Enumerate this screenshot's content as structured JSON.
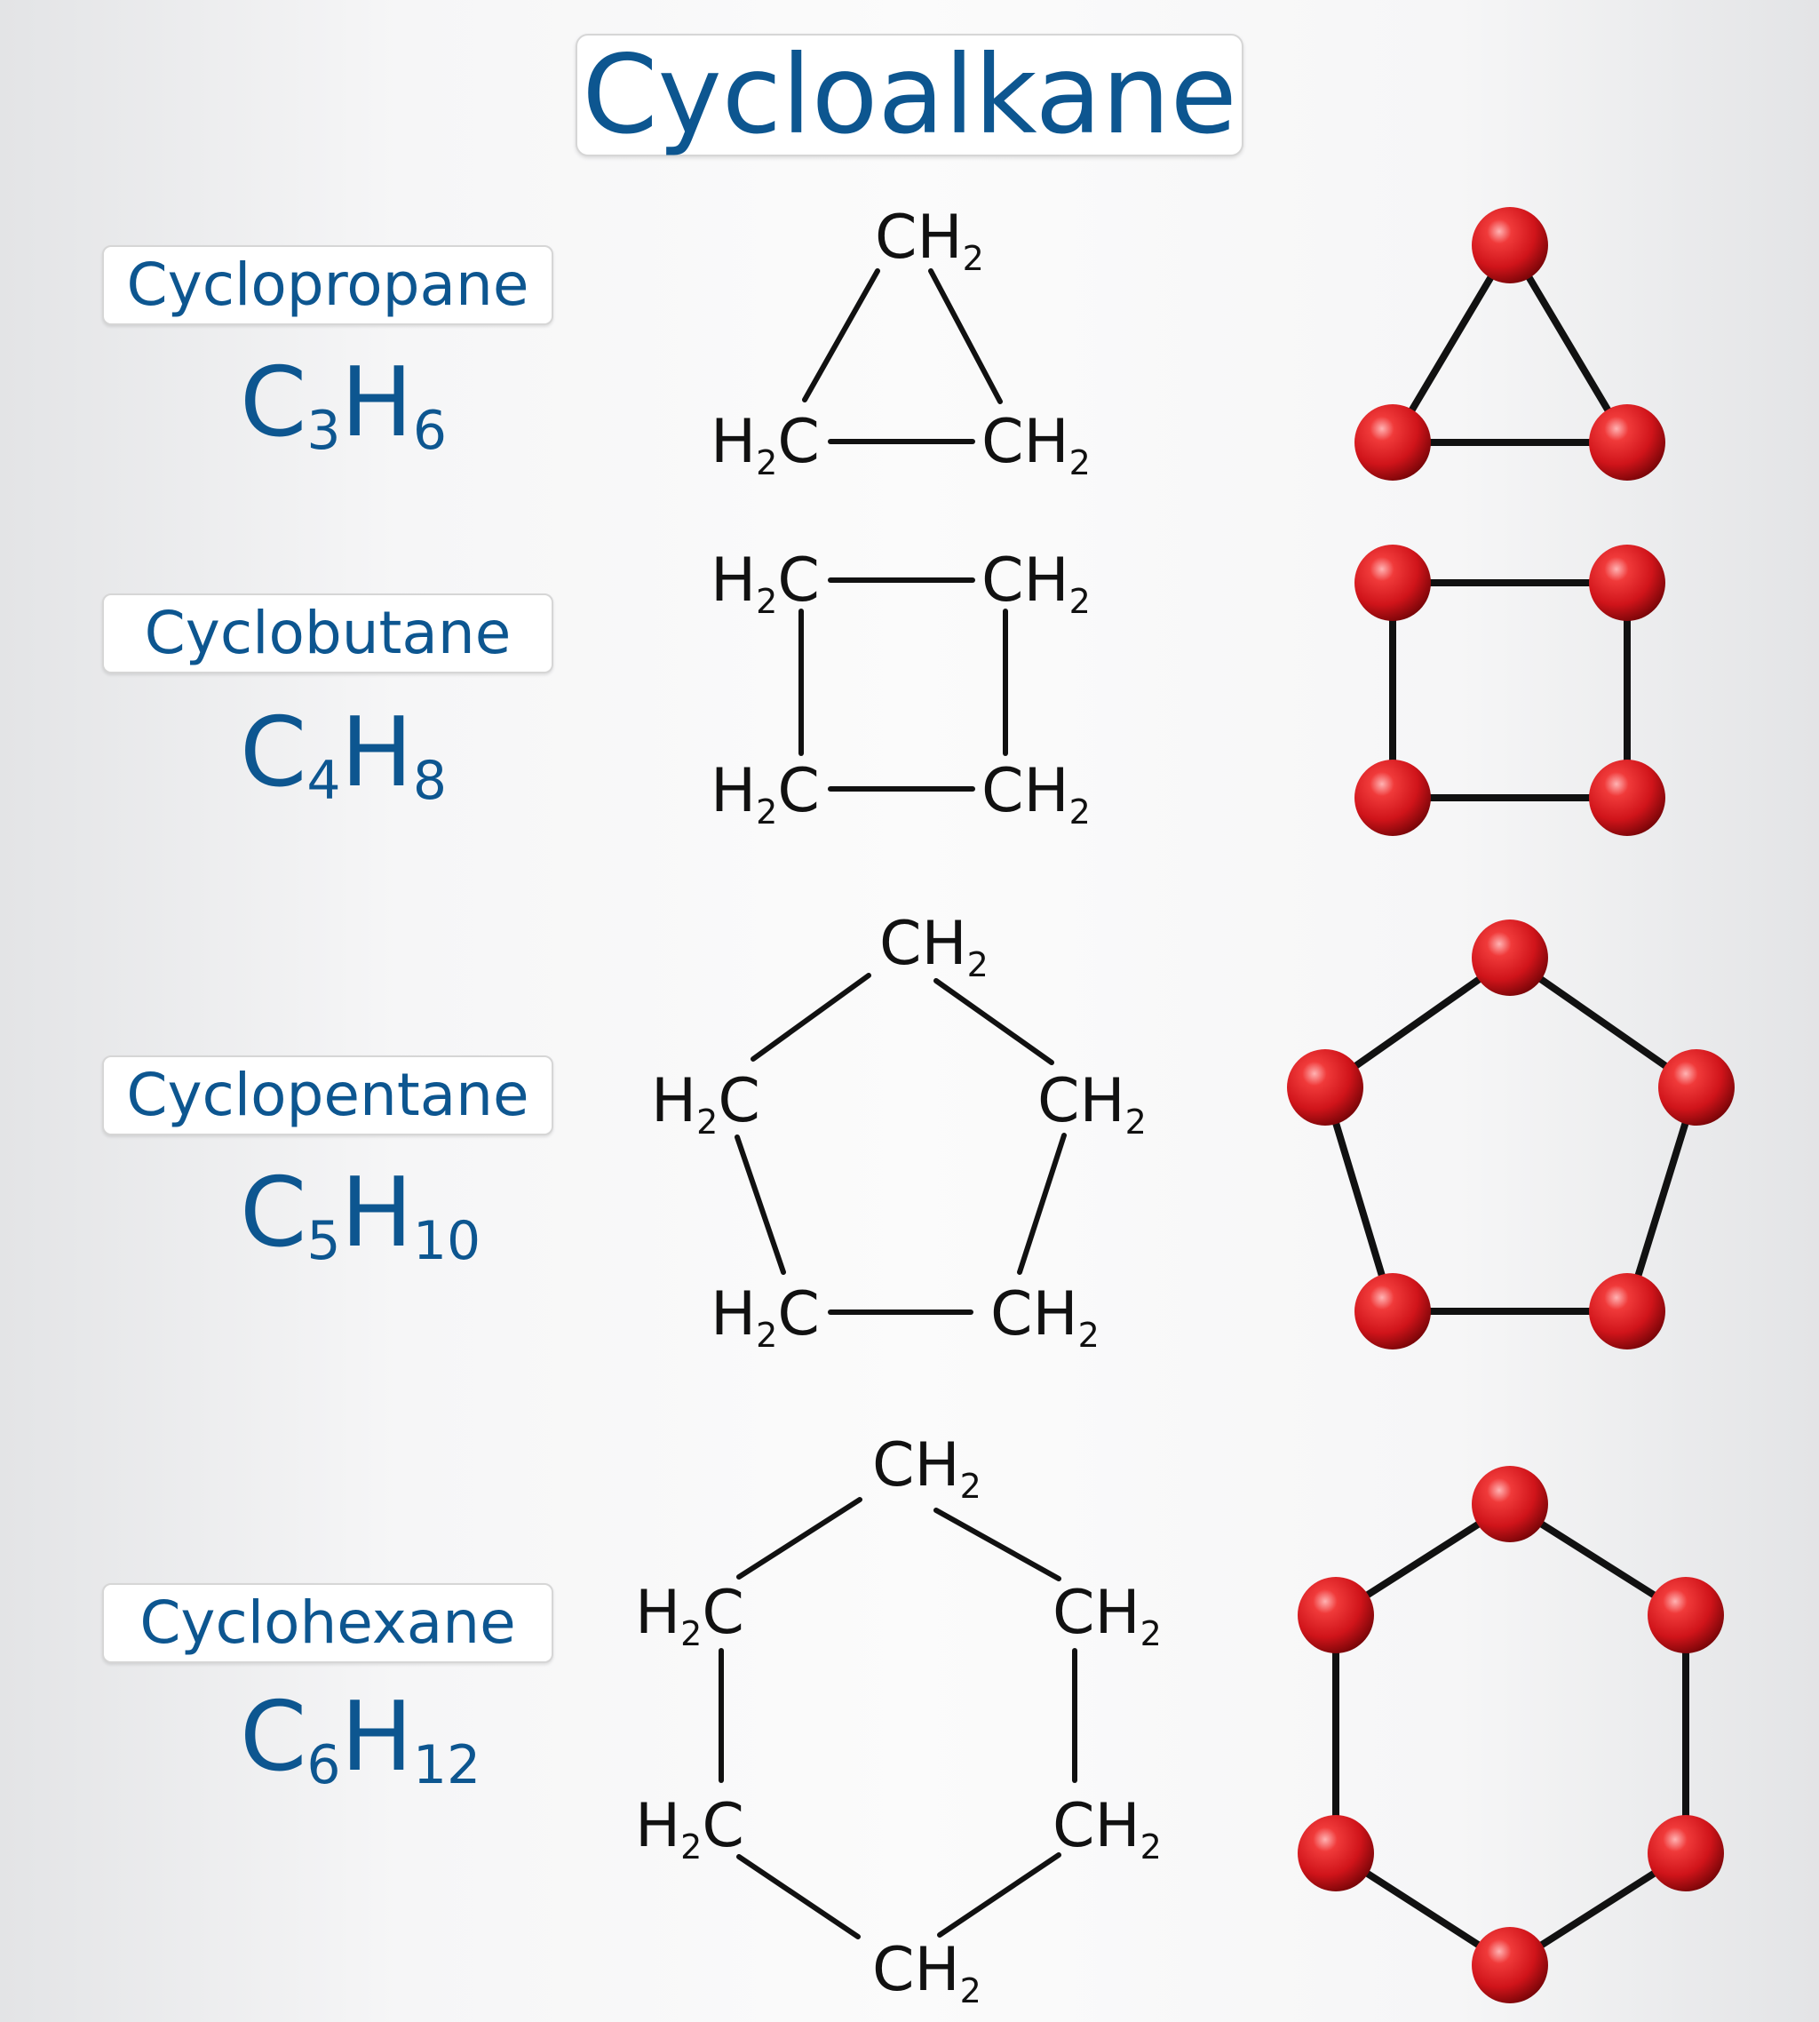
{
  "title": "Cycloalkane",
  "molecules": [
    {
      "name": "Cyclopropane",
      "formula": {
        "c": "C",
        "c_count": "3",
        "h": "H",
        "h_count": "6"
      }
    },
    {
      "name": "Cyclobutane",
      "formula": {
        "c": "C",
        "c_count": "4",
        "h": "H",
        "h_count": "8"
      }
    },
    {
      "name": "Cyclopentane",
      "formula": {
        "c": "C",
        "c_count": "5",
        "h": "H",
        "h_count": "10"
      }
    },
    {
      "name": "Cyclohexane",
      "formula": {
        "c": "C",
        "c_count": "6",
        "h": "H",
        "h_count": "12"
      }
    }
  ],
  "group_labels": {
    "ch2_left": "H",
    "ch2_left_sub": "2",
    "ch2_left_c": "C",
    "ch2_right": "CH",
    "ch2_right_sub": "2"
  },
  "colors": {
    "text_blue": "#0d5690",
    "atom_red": "#d9141b",
    "bond_black": "#111111"
  }
}
